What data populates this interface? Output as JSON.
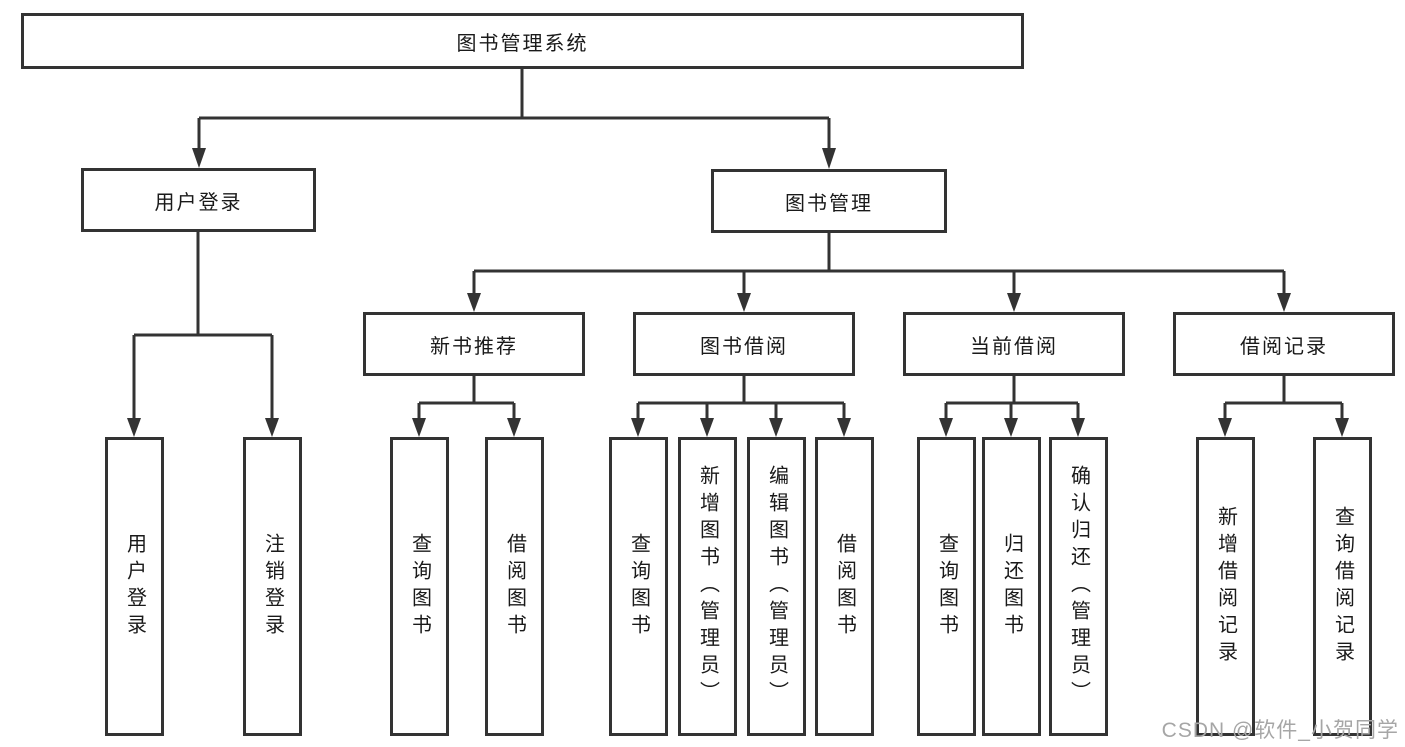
{
  "tree": {
    "label": "图书管理系统",
    "children": [
      {
        "label": "用户登录",
        "children": [
          {
            "label": "用户登录"
          },
          {
            "label": "注销登录"
          }
        ]
      },
      {
        "label": "图书管理",
        "children": [
          {
            "label": "新书推荐",
            "children": [
              {
                "label": "查询图书"
              },
              {
                "label": "借阅图书"
              }
            ]
          },
          {
            "label": "图书借阅",
            "children": [
              {
                "label": "查询图书"
              },
              {
                "label": "新增图书（管理员）"
              },
              {
                "label": "编辑图书（管理员）"
              },
              {
                "label": "借阅图书"
              }
            ]
          },
          {
            "label": "当前借阅",
            "children": [
              {
                "label": "查询图书"
              },
              {
                "label": "归还图书"
              },
              {
                "label": "确认归还（管理员）"
              }
            ]
          },
          {
            "label": "借阅记录",
            "children": [
              {
                "label": "新增借阅记录"
              },
              {
                "label": "查询借阅记录"
              }
            ]
          }
        ]
      }
    ]
  },
  "watermark": "CSDN @软件_小贺同学",
  "colors": {
    "line": "#333333",
    "border": "#333333",
    "text": "#1a1a1a",
    "watermark": "#a6a6a6",
    "background": "#ffffff"
  }
}
